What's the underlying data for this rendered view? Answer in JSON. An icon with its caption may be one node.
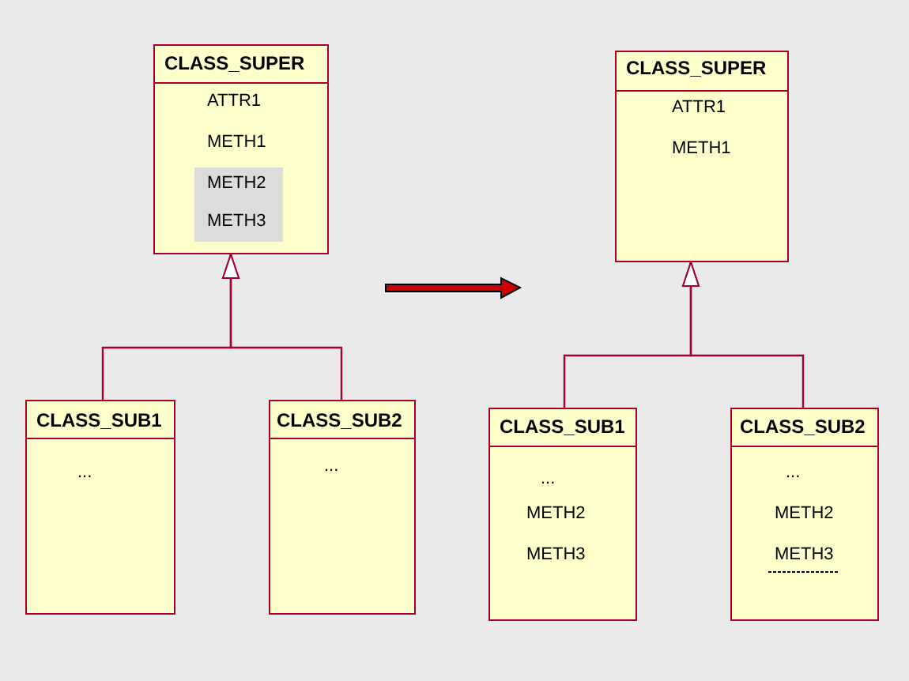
{
  "diagram": {
    "nodes": [
      {
        "text": [
          "CLASS_SUPER",
          "ATTR1",
          "METH1"
        ]
      },
      {
        "text": [
          "METH2",
          "METH3"
        ],
        "in": 0
      },
      {
        "text": [
          "CLASS_SUB1",
          "..."
        ]
      },
      {
        "text": [
          "CLASS_SUB2",
          "..."
        ]
      },
      {
        "text": [
          "CLASS_SUPER",
          "ATTR1",
          "METH1"
        ]
      },
      {
        "text": [
          "CLASS_SUB1",
          "...",
          "METH2",
          "METH3"
        ]
      },
      {
        "text": [
          "CLASS_SUB2",
          "...",
          "METH2",
          "METH3"
        ]
      }
    ],
    "edges": [
      {
        "from": 2,
        "to": 0,
        "arrow": "to"
      },
      {
        "from": 3,
        "to": 0,
        "arrow": "to"
      },
      {
        "from": 5,
        "to": 4,
        "arrow": "to"
      },
      {
        "from": 6,
        "to": 4,
        "arrow": "to"
      }
    ]
  }
}
